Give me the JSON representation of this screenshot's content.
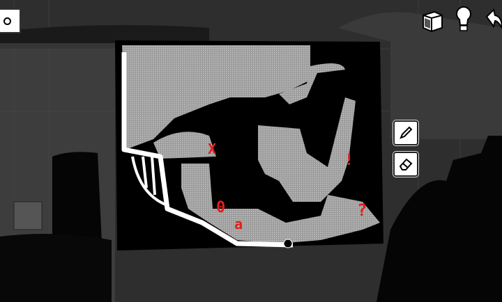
{
  "game": {
    "toolbar": {
      "menu_icon": "pause-card-icon",
      "buttons": [
        {
          "name": "inventory-box",
          "icon": "box-icon"
        },
        {
          "name": "hint",
          "icon": "lightbulb-icon"
        },
        {
          "name": "back",
          "icon": "undo-arrow-icon"
        }
      ]
    },
    "drawing_tools": [
      {
        "name": "pencil",
        "icon": "pencil-icon"
      },
      {
        "name": "eraser",
        "icon": "eraser-icon"
      }
    ],
    "map_markers": [
      {
        "id": "x",
        "glyph": "X"
      },
      {
        "id": "exclaim",
        "glyph": "!"
      },
      {
        "id": "question",
        "glyph": "?"
      },
      {
        "id": "zero",
        "glyph": "0"
      },
      {
        "id": "a",
        "glyph": "a"
      }
    ],
    "colors": {
      "marker": "#e0201e",
      "background": "#333333",
      "map_floor": "#a8a8a8",
      "path": "#ffffff"
    }
  }
}
